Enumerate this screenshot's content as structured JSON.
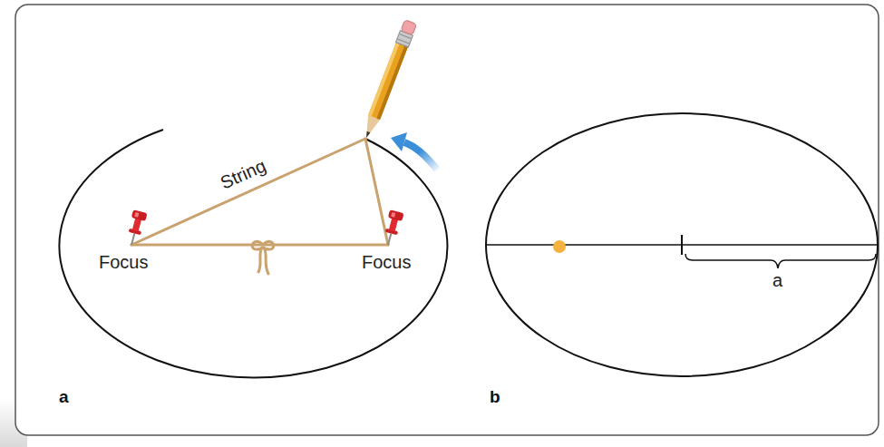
{
  "diagram": {
    "labels": [
      "String",
      "Focus",
      "Focus",
      "a",
      "a",
      "b"
    ]
  }
}
